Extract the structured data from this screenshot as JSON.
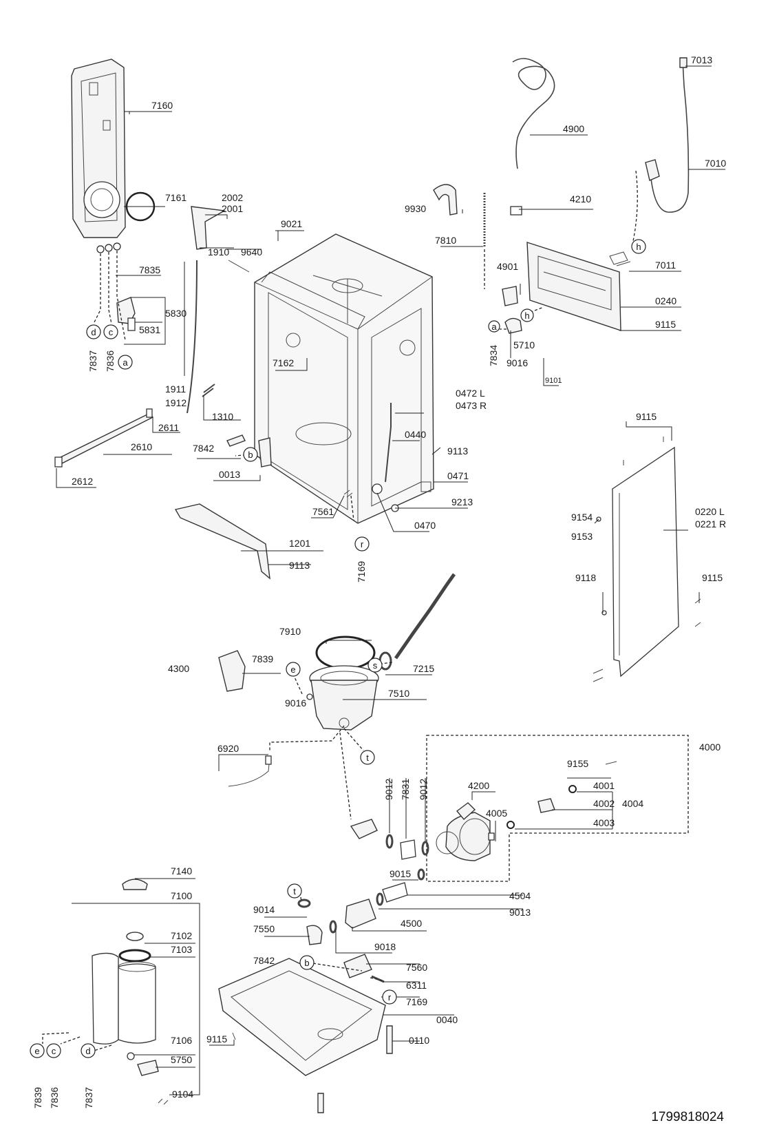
{
  "document_number": "1799818024",
  "part_labels": {
    "p7160": "7160",
    "p7161": "7161",
    "p2002": "2002",
    "p2001": "2001",
    "p9021": "9021",
    "p1910": "1910",
    "p9640": "9640",
    "p7835": "7835",
    "p5830": "5830",
    "p5831": "5831",
    "p7837a": "7837",
    "p7836a": "7836",
    "p7162": "7162",
    "p1911": "1911",
    "p1912": "1912",
    "p1310": "1310",
    "p2611": "2611",
    "p2610": "2610",
    "p2612": "2612",
    "p7842a": "7842",
    "p0013": "0013",
    "p7561": "7561",
    "p1201": "1201",
    "p9113a": "9113",
    "p7169a": "7169",
    "p4900": "4900",
    "p7013": "7013",
    "p7010": "7010",
    "p4210": "4210",
    "p9930": "9930",
    "p7810": "7810",
    "p4901": "4901",
    "p7011": "7011",
    "p0240": "0240",
    "p9115a": "9115",
    "p7834": "7834",
    "p5710": "5710",
    "p9016a": "9016",
    "p9101": "9101",
    "p0472": "0472 L",
    "p0473": "0473 R",
    "p0440": "0440",
    "p9113b": "9113",
    "p0471": "0471",
    "p9213": "9213",
    "p0470": "0470",
    "p9115b": "9115",
    "p9154": "9154",
    "p9153": "9153",
    "p0220": "0220 L",
    "p0221": "0221 R",
    "p9118": "9118",
    "p9115c": "9115",
    "p7910": "7910",
    "p4300": "4300",
    "p7839a": "7839",
    "p7215": "7215",
    "p9016b": "9016",
    "p7510": "7510",
    "p6920": "6920",
    "p4000": "4000",
    "p9155": "9155",
    "p9012a": "9012",
    "p7831": "7831",
    "p9012b": "9012",
    "p4200": "4200",
    "p4001": "4001",
    "p4002": "4002",
    "p4004": "4004",
    "p4005": "4005",
    "p4003": "4003",
    "p9015": "9015",
    "p4504": "4504",
    "p7140": "7140",
    "p7100": "7100",
    "p9014": "9014",
    "p9013": "9013",
    "p7550": "7550",
    "p4500": "4500",
    "p9018": "9018",
    "p7102": "7102",
    "p7103": "7103",
    "p7842b": "7842",
    "p7560": "7560",
    "p6311": "6311",
    "p7169b": "7169",
    "p0040": "0040",
    "p9115d": "9115",
    "p7106": "7106",
    "p0110": "0110",
    "p5750": "5750",
    "p7839b": "7839",
    "p7836b": "7836",
    "p7837b": "7837",
    "p9104": "9104"
  },
  "callouts": {
    "d": "d",
    "c": "c",
    "a": "a",
    "b": "b",
    "r": "r",
    "h": "h",
    "e": "e",
    "s": "s",
    "t": "t"
  }
}
